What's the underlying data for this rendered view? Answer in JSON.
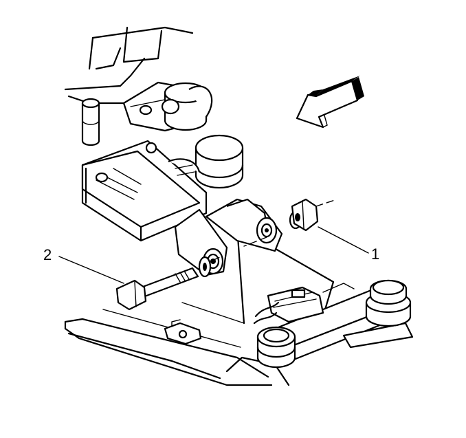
{
  "callouts": [
    {
      "id": "1",
      "label": "1"
    },
    {
      "id": "2",
      "label": "2"
    }
  ],
  "colors": {
    "line": "#000000",
    "background": "#ffffff"
  },
  "icons": [
    "direction-arrow-icon"
  ]
}
